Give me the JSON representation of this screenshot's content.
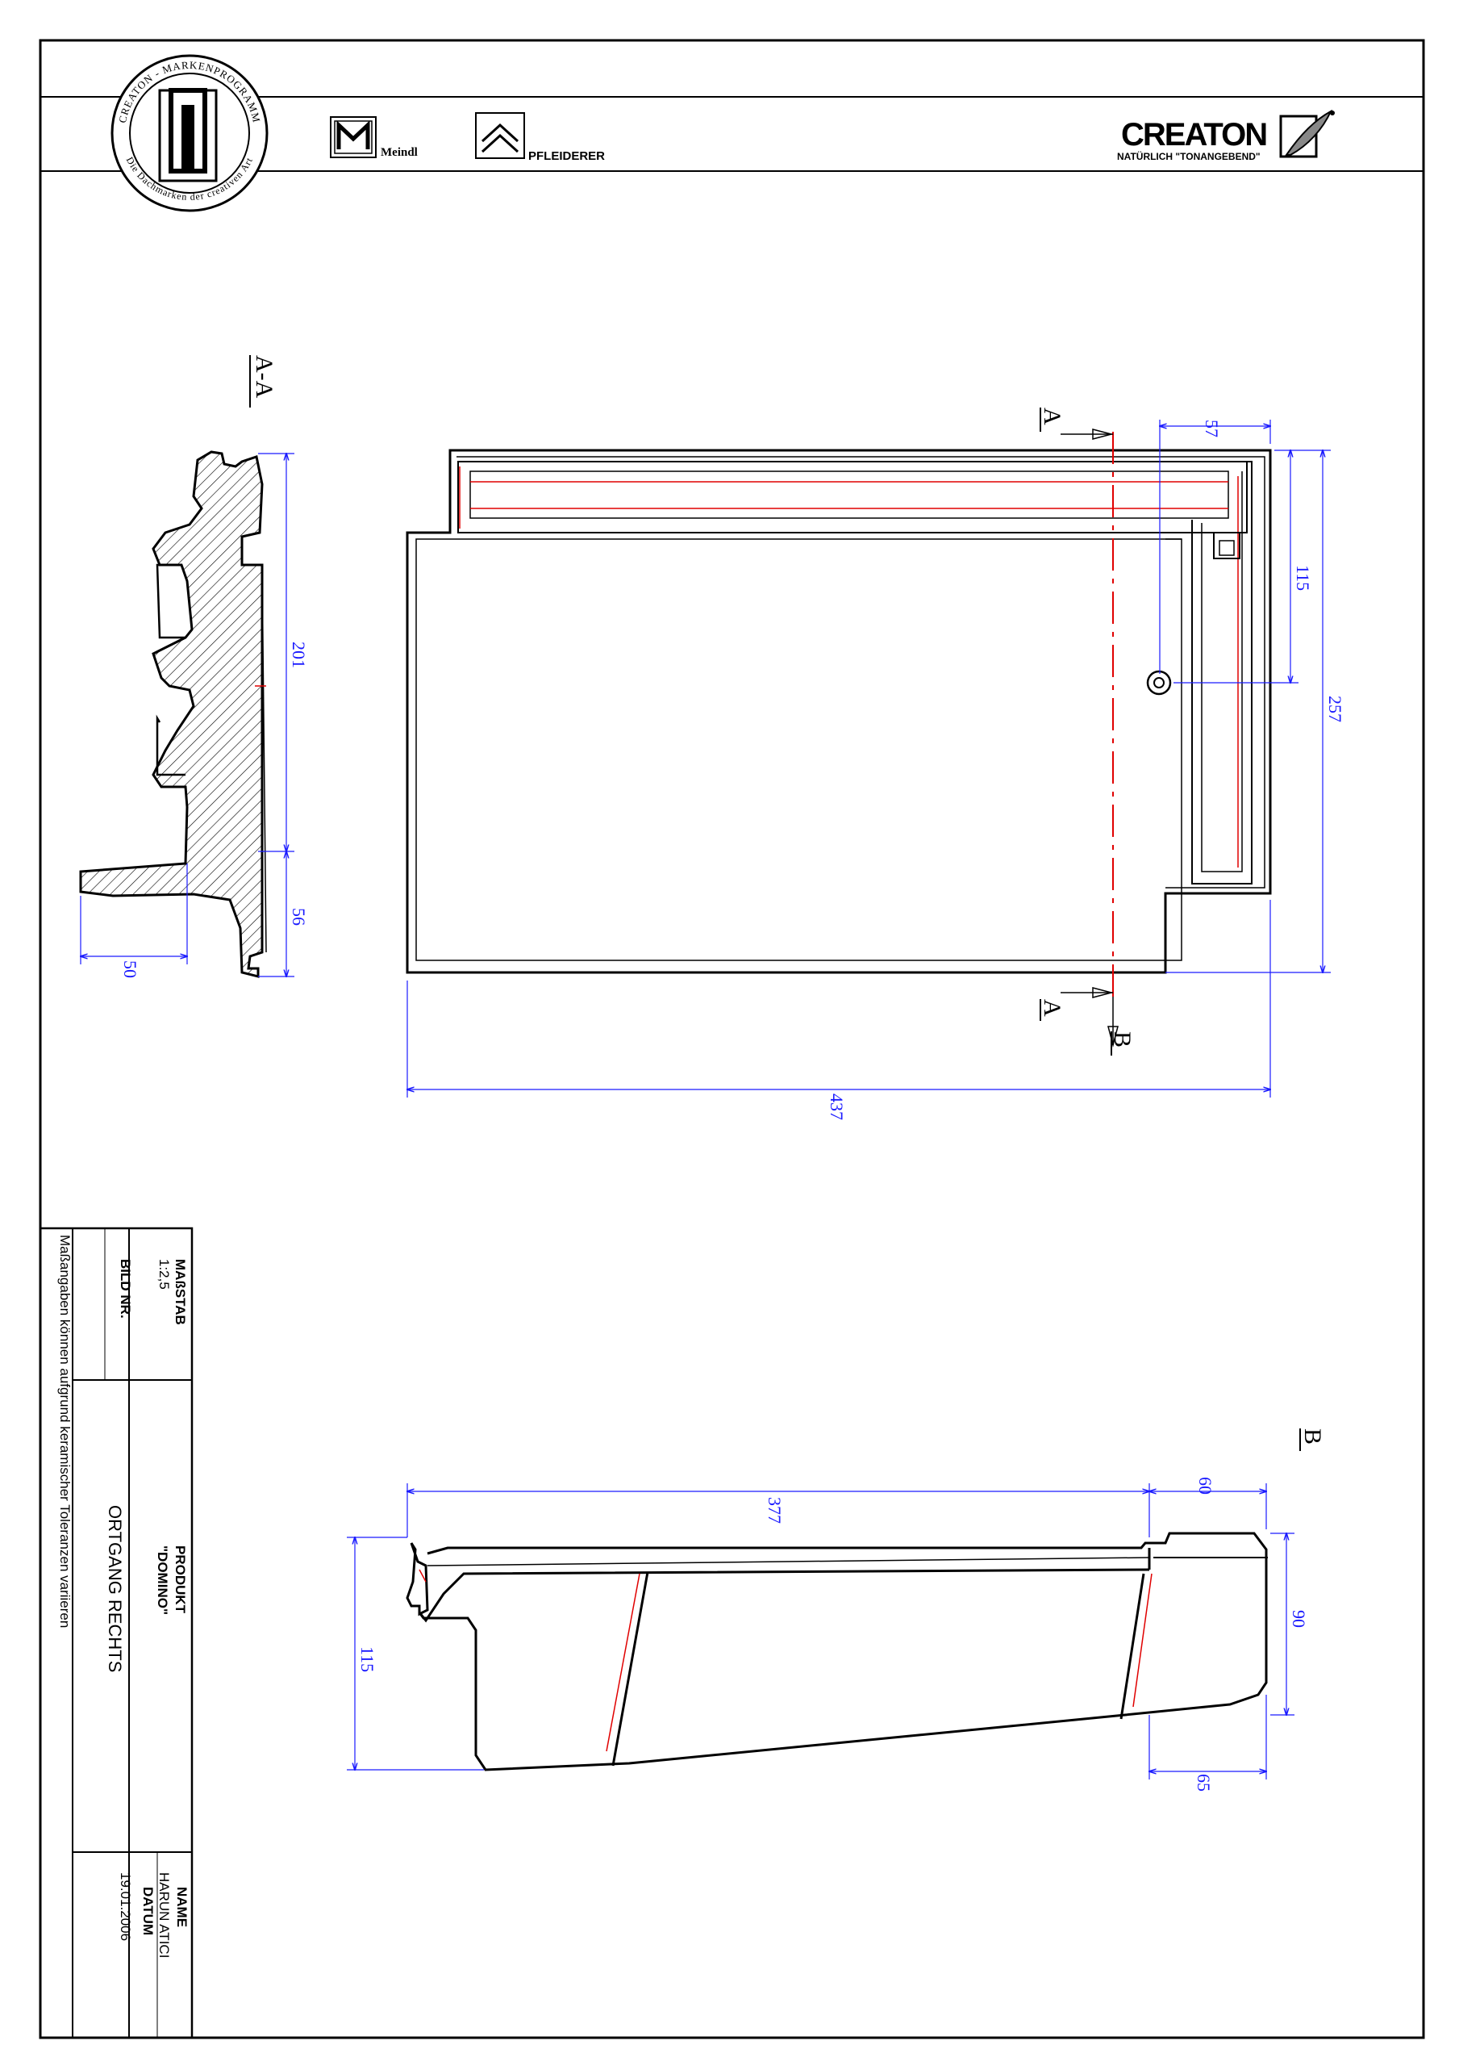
{
  "header": {
    "seal_text_top": "CREATON - MARKENPROGRAMM",
    "seal_text_bottom": "Die Dachmarken der creativen Art",
    "brand_meindl": "Meindl",
    "brand_pfleiderer": "PFLEIDERER",
    "brand_creaton": "CREATON",
    "brand_creaton_slogan": "NATÜRLICH \"TONANGEBEND\""
  },
  "views": {
    "section_aa_label": "A-A",
    "section_a_marker": "A",
    "section_b_marker": "B",
    "side_view_label": "B"
  },
  "dimensions": {
    "aa_height": "201",
    "aa_bottom": "56",
    "aa_width": "50",
    "top_57": "57",
    "right_115": "115",
    "right_257": "257",
    "bottom_437": "437",
    "side_377": "377",
    "side_60": "60",
    "side_115": "115",
    "side_90": "90",
    "side_65": "65"
  },
  "title_block": {
    "massstab_label": "MAßSTAB",
    "massstab_value": "1:2,5",
    "bild_label": "BILD NR.",
    "produkt_label": "PRODUKT",
    "produkt_value": "\"DOMINO\"",
    "description": "ORTGANG RECHTS",
    "name_label": "NAME",
    "name_value": "HARUN  ATICI",
    "datum_label": "DATUM",
    "datum_value": "19.01.2006",
    "footer_note": "Maßangaben  können  aufgrund  keramischer  Toleranzen  variieren"
  },
  "colors": {
    "line": "#000000",
    "dimension": "#1a1aff",
    "red_line": "#e00000"
  }
}
